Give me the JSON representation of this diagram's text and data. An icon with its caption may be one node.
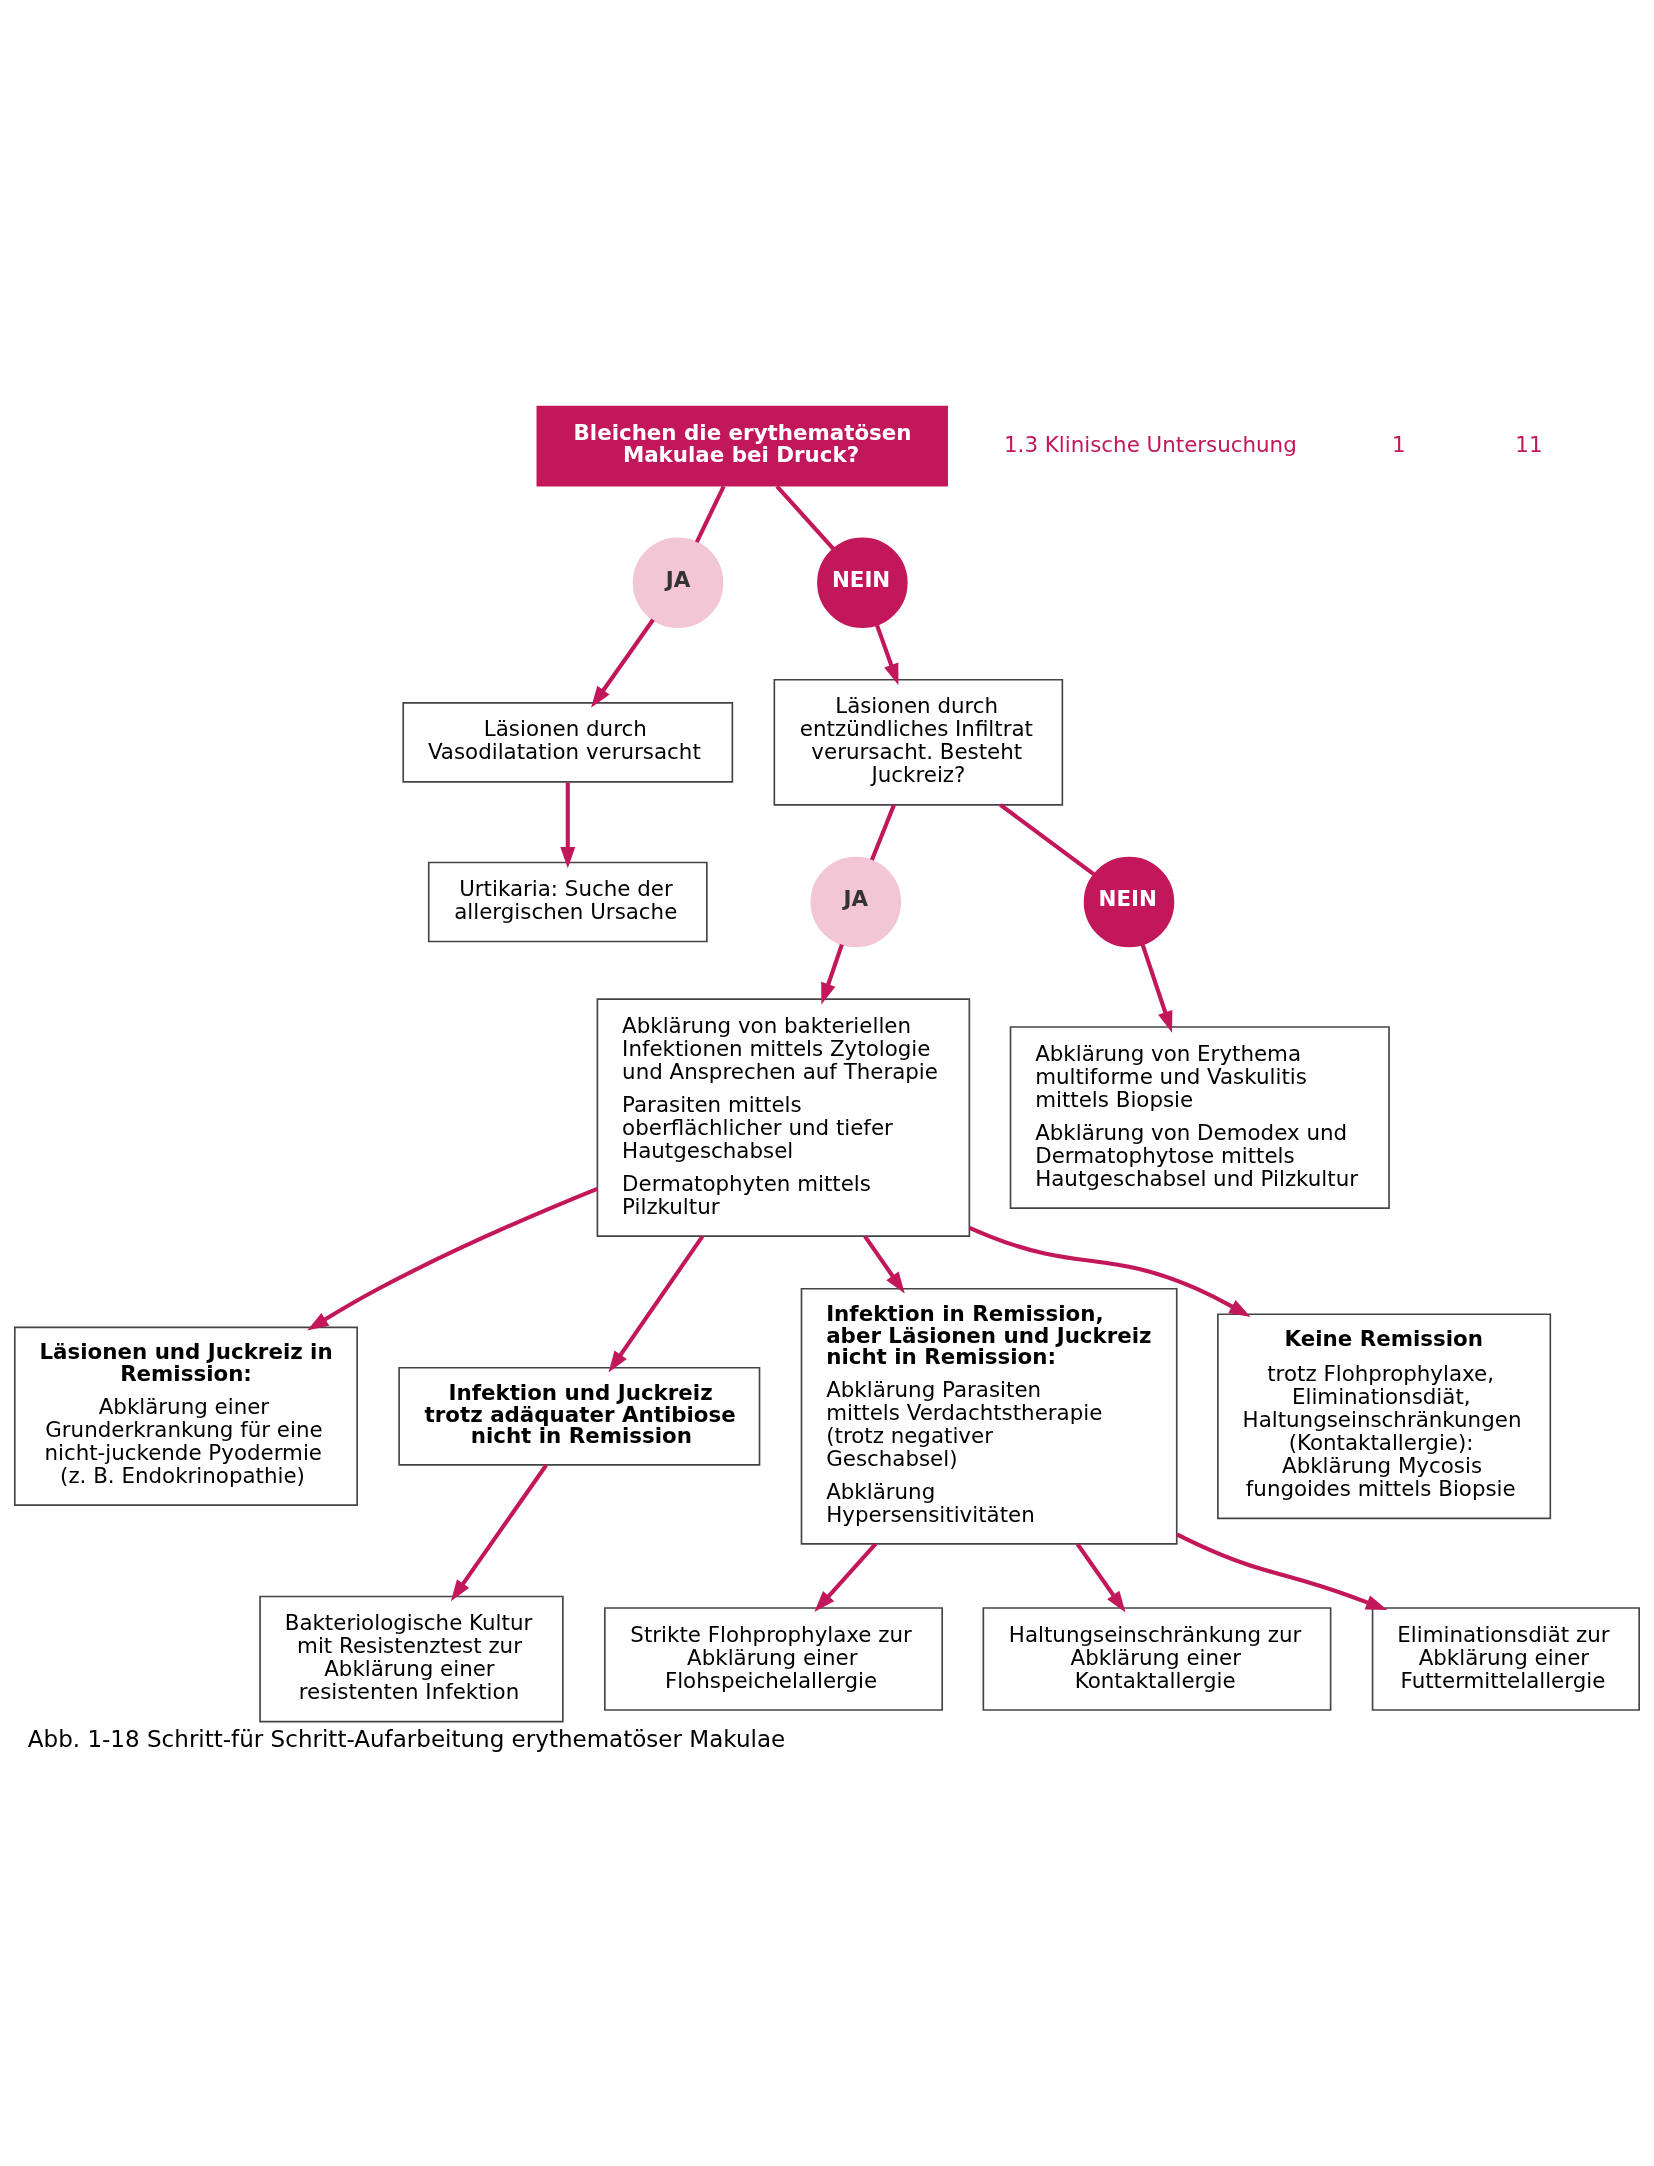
{
  "diagram": {
    "caption": "Abb. 1-18 Schritt-für Schritt-Aufarbeitung erythematöser Makulae",
    "nodes": [
      {
        "text": [
          "Bleichen die erythematösen Makulae bei Druck?"
        ]
      },
      {
        "text": [
          "JA"
        ]
      },
      {
        "text": [
          "NEIN"
        ]
      },
      {
        "text": [
          "Läsionen durch Vasodilatation verursacht"
        ]
      },
      {
        "text": [
          "Urtikaria: Suche der allergischen Ursache"
        ]
      },
      {
        "text": [
          "Läsionen durch entzündliches Infiltrat verursacht. Besteht Juckreiz?"
        ]
      },
      {
        "text": [
          "JA"
        ]
      },
      {
        "text": [
          "NEIN"
        ]
      },
      {
        "text": [
          "Abklärung von bakteriellen Infektionen mittels Zytologie und Ansprechen auf Therapie",
          "Parasiten mittels oberflächlicher und tiefer Hautgeschabsel",
          "Dermatophyten mittels Pilzkultur"
        ]
      },
      {
        "text": [
          "Abklärung von Erythema multiforme und Vaskulitis mittels Biopsie",
          "Abklärung von Demodex und Dermatophytose mittels Hautgeschabsel und Pilzkultur"
        ]
      },
      {
        "text": [
          "Läsionen und Juckreiz in Remission:",
          "Abklärung einer Grunderkrankung für eine nicht-juckende Pyodermie (z. B. Endokrinopathie)"
        ]
      },
      {
        "text": [
          "Infektion und Juckreiz trotz adäquater Antibiose nicht in Remission"
        ]
      },
      {
        "text": [
          "Bakteriologische Kultur mit Resistenztest zur Abklärung einer resistenten Infektion"
        ]
      },
      {
        "text": [
          "Infektion in Remission, aber Läsionen und Juckreiz nicht in Remission:",
          "Abklärung Parasiten mittels Verdachtstherapie (trotz negativer Geschabsel)",
          "Abklärung Hypersensitivitäten"
        ]
      },
      {
        "text": [
          "Keine Remission",
          "trotz Flohprophylaxe, Eliminationsdiät, Haltungseinschränkungen (Kontaktallergie): Abklärung Mycosis fungoides mittels Biopsie"
        ]
      },
      {
        "text": [
          "Strikte Flohprophylaxe zur Abklärung einer Flohspeichelallergie"
        ]
      },
      {
        "text": [
          "Haltungseinschränkung zur Abklärung einer Kontaktallergie"
        ]
      },
      {
        "text": [
          "Eliminationsdiät zur Abklärung einer Futtermittelallergie"
        ]
      }
    ],
    "edges": [
      {
        "from": 0,
        "to": 1,
        "arrow": "none"
      },
      {
        "from": 0,
        "to": 2,
        "arrow": "none"
      },
      {
        "from": 1,
        "to": 3,
        "arrow": "to"
      },
      {
        "from": 2,
        "to": 5,
        "arrow": "to"
      },
      {
        "from": 3,
        "to": 4,
        "arrow": "to"
      },
      {
        "from": 5,
        "to": 6,
        "arrow": "none"
      },
      {
        "from": 5,
        "to": 7,
        "arrow": "none"
      },
      {
        "from": 6,
        "to": 8,
        "arrow": "to"
      },
      {
        "from": 7,
        "to": 9,
        "arrow": "to"
      },
      {
        "from": 8,
        "to": 10,
        "arrow": "to"
      },
      {
        "from": 8,
        "to": 11,
        "arrow": "to"
      },
      {
        "from": 8,
        "to": 13,
        "arrow": "to"
      },
      {
        "from": 8,
        "to": 14,
        "arrow": "to"
      },
      {
        "from": 11,
        "to": 12,
        "arrow": "to"
      },
      {
        "from": 13,
        "to": 15,
        "arrow": "to"
      },
      {
        "from": 13,
        "to": 16,
        "arrow": "to"
      },
      {
        "from": 13,
        "to": 17,
        "arrow": "to"
      }
    ],
    "labels": [
      "1.3 Klinische Untersuchung",
      "1",
      "11"
    ]
  }
}
